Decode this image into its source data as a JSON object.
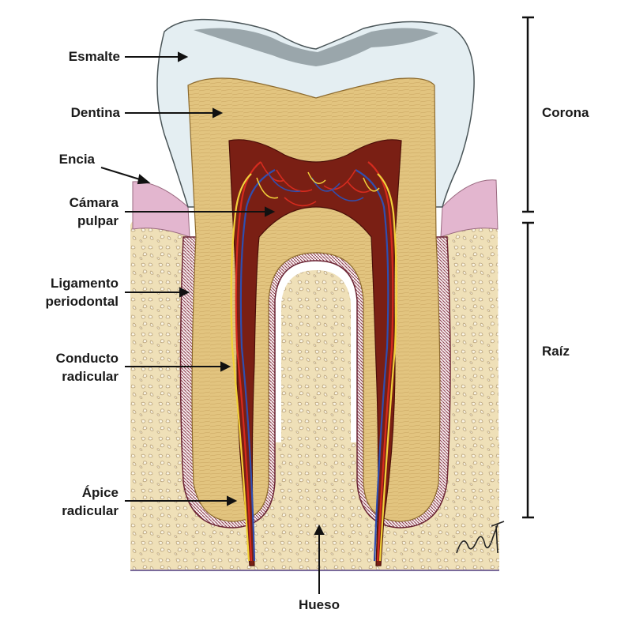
{
  "labels": {
    "esmalte": "Esmalte",
    "dentina": "Dentina",
    "encia": "Encia",
    "camara_line1": "Cámara",
    "camara_line2": "pulpar",
    "ligamento_line1": "Ligamento",
    "ligamento_line2": "periodontal",
    "conducto_line1": "Conducto",
    "conducto_line2": "radicular",
    "apice_line1": "Ápice",
    "apice_line2": "radicular",
    "hueso": "Hueso",
    "corona": "Corona",
    "raiz": "Raíz"
  },
  "signature": "Kang 13",
  "colors": {
    "enamel": "#e4eef2",
    "dentin": "#e2c47f",
    "pulp": "#7a1f14",
    "gum": "#e3b6cf",
    "bone": "#efe0b8",
    "ligament": "#8a3a4a",
    "artery": "#d62b1e",
    "vein": "#2f4fb0",
    "nerve": "#f2d23a"
  }
}
